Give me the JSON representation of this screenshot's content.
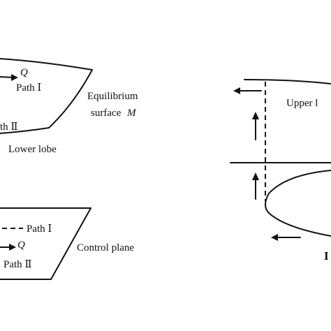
{
  "labels": {
    "q_upper": "Q",
    "path_one_upper": "Path Ⅰ",
    "path_two_upper": "th Ⅱ",
    "equilibrium_line1": "Equilibrium",
    "equilibrium_line2": "surface",
    "equilibrium_symbol": "M",
    "lower_lobe": "Lower lobe",
    "path_one_lower": "Path Ⅰ",
    "q_lower": "Q",
    "path_two_lower": "Path Ⅱ",
    "control_plane": "Control plane",
    "upper_lobe_partial": "Upper l",
    "right_edge_partial": "I"
  },
  "colors": {
    "ink": "#111111",
    "background": "#ffffff"
  }
}
